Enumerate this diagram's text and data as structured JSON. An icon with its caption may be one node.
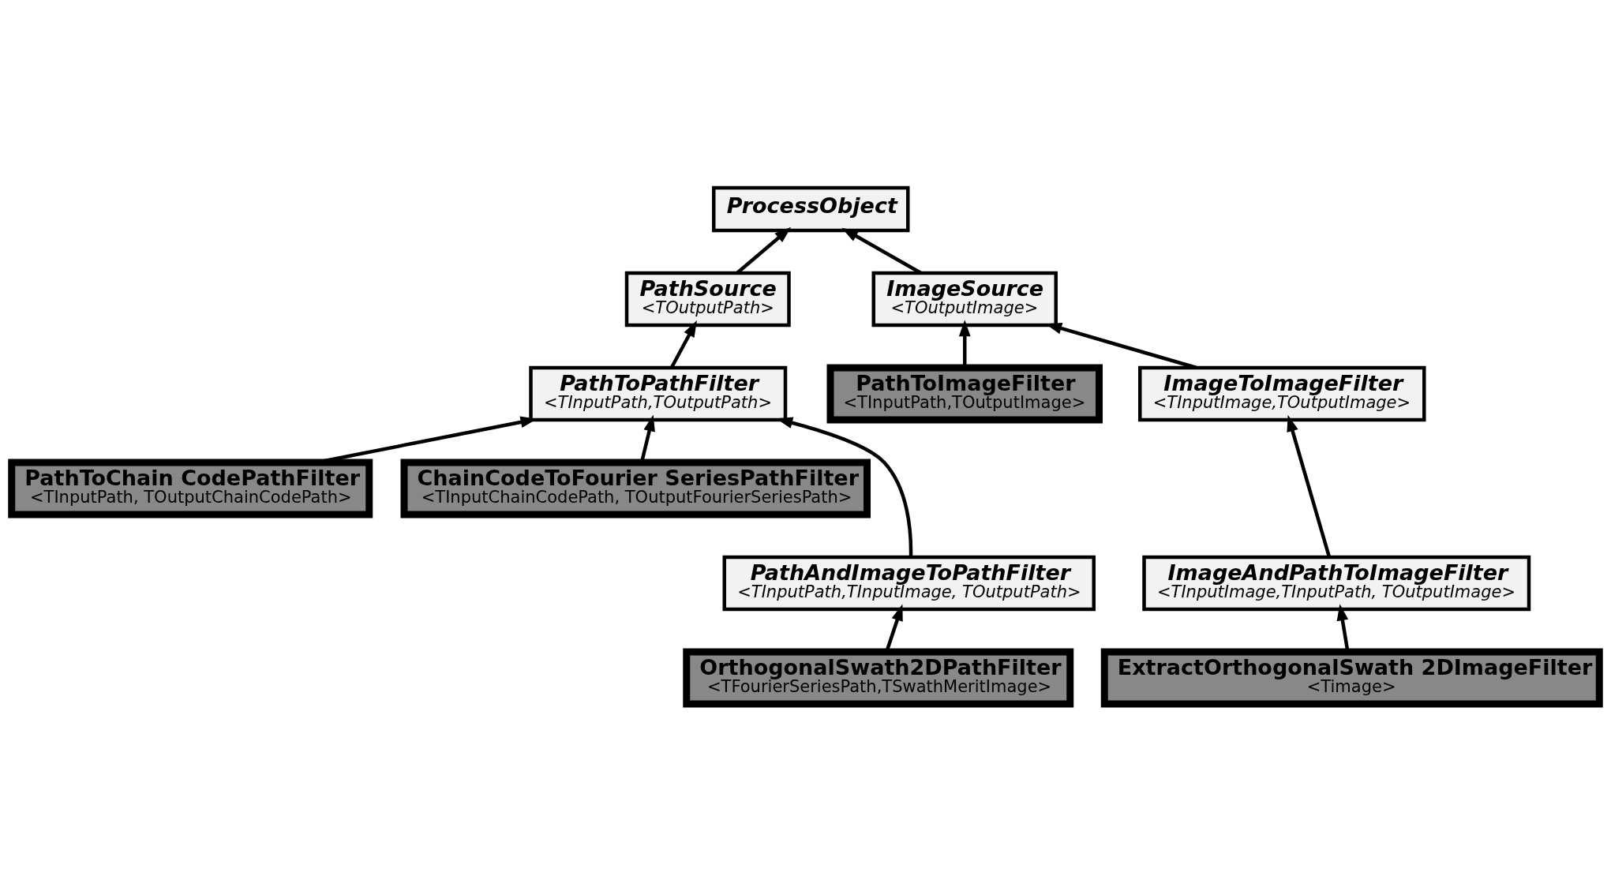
{
  "diagram": {
    "nodes": [
      {
        "text": [
          "ProcessObject"
        ]
      },
      {
        "text": [
          "PathSource",
          "<TOutputPath>"
        ]
      },
      {
        "text": [
          "ImageSource",
          "<TOutputImage>"
        ]
      },
      {
        "text": [
          "PathToPathFilter",
          "<TInputPath,TOutputPath>"
        ]
      },
      {
        "text": [
          "PathToImageFilter",
          "<TInputPath,TOutputImage>"
        ]
      },
      {
        "text": [
          "ImageToImageFilter",
          "<TInputImage,TOutputImage>"
        ]
      },
      {
        "text": [
          "PathToChain CodePathFilter",
          "<TInputPath, TOutputChainCodePath>"
        ]
      },
      {
        "text": [
          "ChainCodeToFourier SeriesPathFilter",
          "<TInputChainCodePath, TOutputFourierSeriesPath>"
        ]
      },
      {
        "text": [
          "PathAndImageToPathFilter",
          "<TInputPath,TInputImage, TOutputPath>"
        ]
      },
      {
        "text": [
          "ImageAndPathToImageFilter",
          "<TInputImage,TInputPath, TOutputImage>"
        ]
      },
      {
        "text": [
          "OrthogonalSwath2DPathFilter",
          "<TFourierSeriesPath,TSwathMeritImage>"
        ]
      },
      {
        "text": [
          "ExtractOrthogonalSwath 2DImageFilter",
          "<Timage>"
        ]
      }
    ],
    "edges": [
      {
        "from": 1,
        "to": 0,
        "arrow": "to"
      },
      {
        "from": 2,
        "to": 0,
        "arrow": "to"
      },
      {
        "from": 3,
        "to": 1,
        "arrow": "to"
      },
      {
        "from": 4,
        "to": 2,
        "arrow": "to"
      },
      {
        "from": 5,
        "to": 2,
        "arrow": "to"
      },
      {
        "from": 6,
        "to": 3,
        "arrow": "to"
      },
      {
        "from": 7,
        "to": 3,
        "arrow": "to"
      },
      {
        "from": 8,
        "to": 3,
        "arrow": "to"
      },
      {
        "from": 9,
        "to": 5,
        "arrow": "to"
      },
      {
        "from": 10,
        "to": 8,
        "arrow": "to"
      },
      {
        "from": 11,
        "to": 9,
        "arrow": "to"
      }
    ]
  }
}
